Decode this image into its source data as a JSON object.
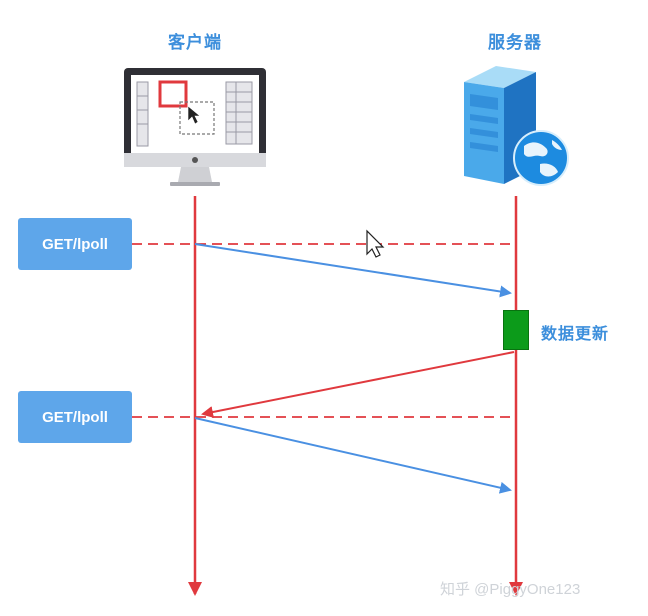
{
  "diagram": {
    "client_label": "客户端",
    "server_label": "服务器",
    "request_label_1": "GET/lpoll",
    "request_label_2": "GET/lpoll",
    "update_label": "数据更新",
    "watermark": "知乎 @PiggyOne123",
    "colors": {
      "accent_blue": "#3d8fdc",
      "tag_blue": "#5ea6ea",
      "lifeline_red": "#e0393e",
      "arrow_blue": "#4a90e2",
      "update_green": "#0c9b1a"
    }
  }
}
